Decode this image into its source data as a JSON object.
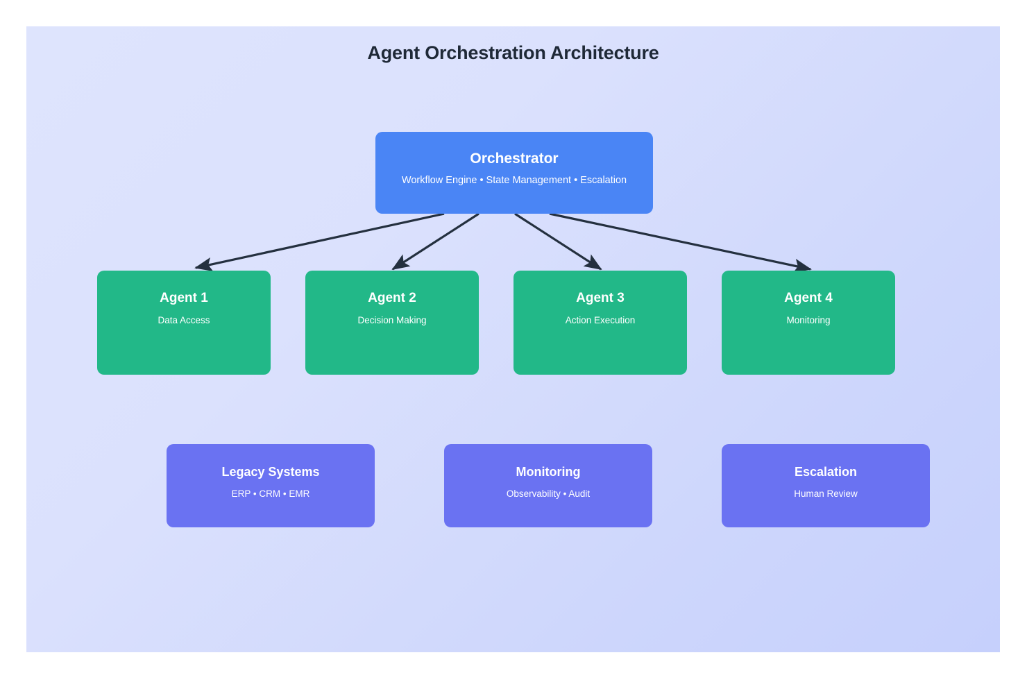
{
  "diagram": {
    "title": "Agent Orchestration Architecture",
    "background_gradient_from": "#dee4fd",
    "background_gradient_to": "#c6d0fc",
    "title_color": "#1f2937",
    "arrow_color": "#24303f"
  },
  "orchestrator": {
    "title": "Orchestrator",
    "subtitle": "Workflow Engine • State Management • Escalation",
    "color": "#4a85f5"
  },
  "agents": {
    "color": "#22b888",
    "items": [
      {
        "title": "Agent 1",
        "subtitle": "Data Access"
      },
      {
        "title": "Agent 2",
        "subtitle": "Decision Making"
      },
      {
        "title": "Agent 3",
        "subtitle": "Action Execution"
      },
      {
        "title": "Agent 4",
        "subtitle": "Monitoring"
      }
    ]
  },
  "support": {
    "color": "#6a72f2",
    "items": [
      {
        "title": "Legacy Systems",
        "subtitle": "ERP • CRM • EMR"
      },
      {
        "title": "Monitoring",
        "subtitle": "Observability • Audit"
      },
      {
        "title": "Escalation",
        "subtitle": "Human Review"
      }
    ]
  },
  "connections": [
    {
      "from": "Orchestrator",
      "to": "Agent 1"
    },
    {
      "from": "Orchestrator",
      "to": "Agent 2"
    },
    {
      "from": "Orchestrator",
      "to": "Agent 3"
    },
    {
      "from": "Orchestrator",
      "to": "Agent 4"
    }
  ]
}
